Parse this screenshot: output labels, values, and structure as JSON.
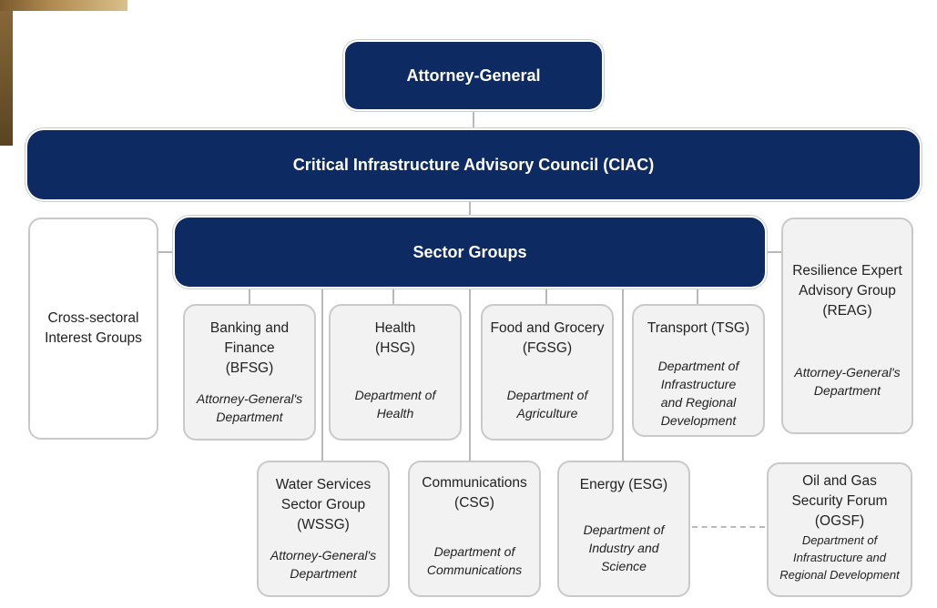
{
  "attorney_general": "Attorney-General",
  "ciac": "Critical Infrastructure Advisory Council (CIAC)",
  "sector_groups": "Sector Groups",
  "cross_sectoral": "Cross-sectoral\nInterest Groups",
  "reag": {
    "name": "Resilience Expert\nAdvisory Group\n(REAG)",
    "dept": "Attorney-General's\nDepartment"
  },
  "groups": [
    {
      "name": "Banking and\nFinance\n(BFSG)",
      "dept": "Attorney-General's\nDepartment"
    },
    {
      "name": "Health\n(HSG)",
      "dept": "Department of\nHealth"
    },
    {
      "name": "Food and Grocery\n(FGSG)",
      "dept": "Department of\nAgriculture"
    },
    {
      "name": "Transport (TSG)",
      "dept": "Department of\nInfrastructure\nand Regional\nDevelopment"
    },
    {
      "name": "Water Services\nSector Group\n(WSSG)",
      "dept": "Attorney-General's\nDepartment"
    },
    {
      "name": "Communications\n(CSG)",
      "dept": "Department of\nCommunications"
    },
    {
      "name": "Energy (ESG)",
      "dept": "Department of\nIndustry and Science"
    }
  ],
  "ogsf": {
    "name": "Oil and Gas\nSecurity Forum\n(OGSF)",
    "dept": "Department of\nInfrastructure and\nRegional Development"
  }
}
